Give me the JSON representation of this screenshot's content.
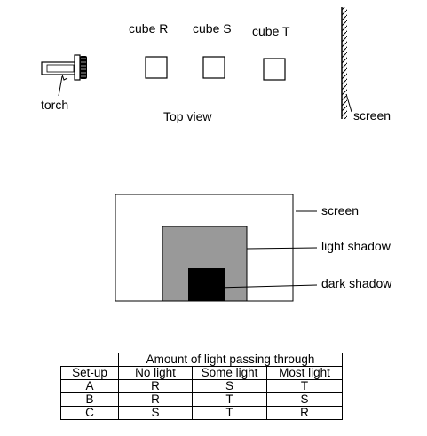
{
  "top_view": {
    "torch_label": "torch",
    "caption": "Top view",
    "screen_label": "screen",
    "cubes": [
      {
        "label": "cube R"
      },
      {
        "label": "cube S"
      },
      {
        "label": "cube T"
      }
    ]
  },
  "shadow_view": {
    "screen_label": "screen",
    "light_shadow_label": "light shadow",
    "dark_shadow_label": "dark shadow",
    "colors": {
      "light_shadow": "#999999",
      "dark_shadow": "#000000"
    }
  },
  "table": {
    "header_span": "Amount of light passing through",
    "columns": [
      "Set-up",
      "No light",
      "Some light",
      "Most light"
    ],
    "rows": [
      [
        "A",
        "R",
        "S",
        "T"
      ],
      [
        "B",
        "R",
        "T",
        "S"
      ],
      [
        "C",
        "S",
        "T",
        "R"
      ]
    ]
  }
}
